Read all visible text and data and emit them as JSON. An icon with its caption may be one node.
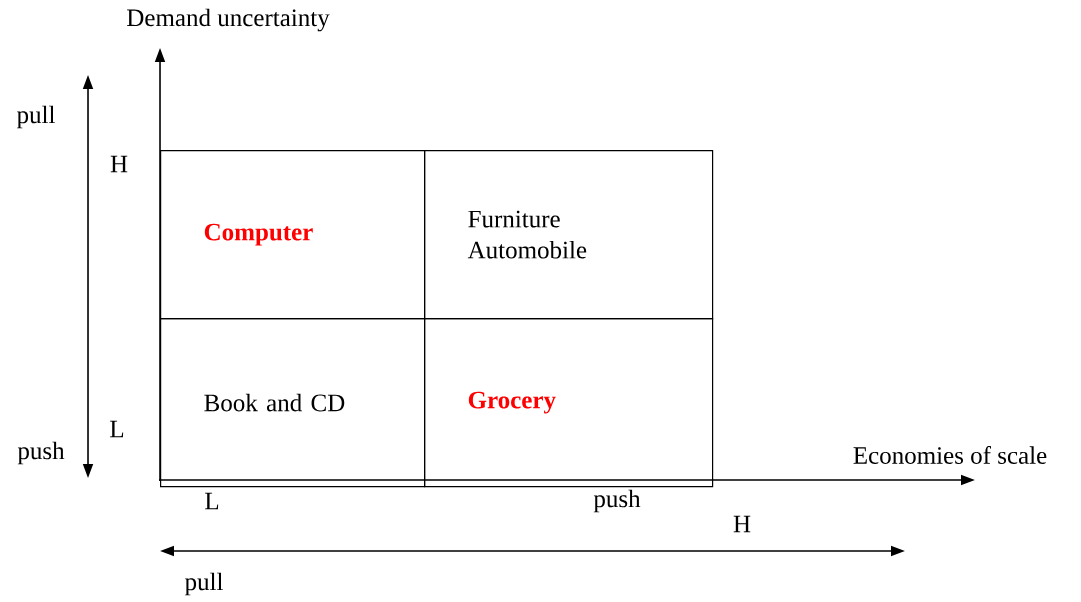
{
  "diagram": {
    "nodes": [
      {
        "text": [
          "Computer"
        ]
      },
      {
        "text": [
          "Furniture",
          "Automobile"
        ]
      },
      {
        "text": [
          "Book and CD"
        ]
      },
      {
        "text": [
          "Grocery"
        ]
      }
    ],
    "labels": [
      "Demand uncertainty",
      "pull",
      "H",
      "L",
      "push",
      "Economies of scale",
      "L",
      "push",
      "H",
      "pull"
    ]
  }
}
